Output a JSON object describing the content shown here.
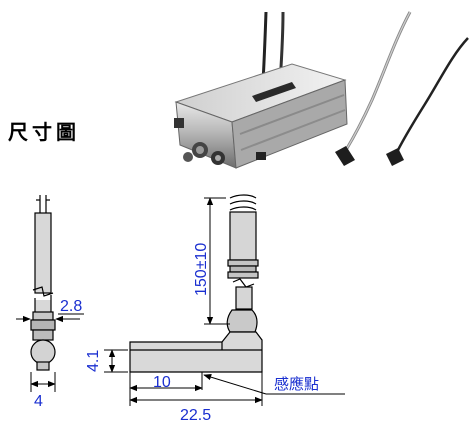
{
  "title": "尺寸圖",
  "photos": {
    "cylinder": "cylinder-with-sensor-photo",
    "sensors": "sensor-cable-photo"
  },
  "dimensions": {
    "wire_width": "2.8",
    "head_width": "4",
    "cable_length": "150±10",
    "height": "4.1",
    "sensing_distance": "10",
    "total_length": "22.5"
  },
  "sensing_point_label": "感應點",
  "colors": {
    "dimension": "#1a2fd0",
    "outline": "#000000"
  }
}
